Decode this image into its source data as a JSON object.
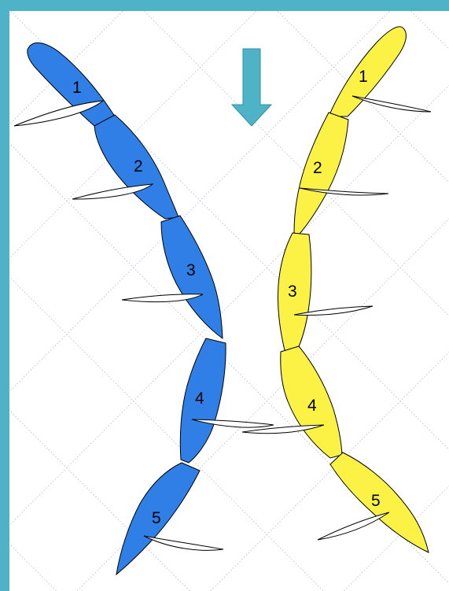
{
  "colors": {
    "background_border": "#4fb3c8",
    "grid_line": "#9a9ad0",
    "left_fleet": "#2f7fe6",
    "right_fleet": "#fbf245",
    "arrow": "#4fb3c8"
  },
  "direction_arrow": {
    "icon": "down-arrow-icon"
  },
  "left_fleet": {
    "boats": [
      {
        "label": "1"
      },
      {
        "label": "2"
      },
      {
        "label": "3"
      },
      {
        "label": "4"
      },
      {
        "label": "5"
      }
    ]
  },
  "right_fleet": {
    "boats": [
      {
        "label": "1"
      },
      {
        "label": "2"
      },
      {
        "label": "3"
      },
      {
        "label": "4"
      },
      {
        "label": "5"
      }
    ]
  }
}
